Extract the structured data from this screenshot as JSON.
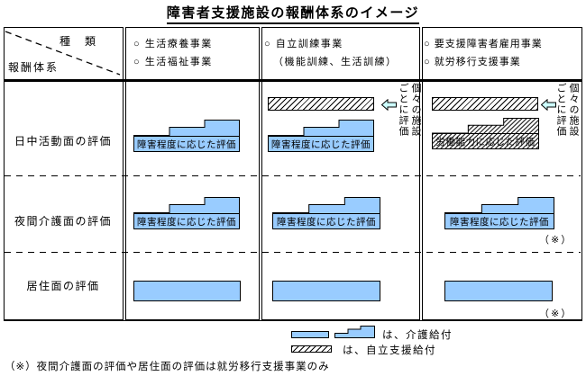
{
  "title": "障害者支援施設の報酬体系のイメージ",
  "matrix": {
    "corner": {
      "top_right": "種　類",
      "bottom_left": "報酬体系"
    },
    "columns": [
      {
        "lines": [
          "○ 生活療養事業",
          "○ 生活福祉事業"
        ]
      },
      {
        "lines": [
          "○ 自立訓練事業",
          "（機能訓練、生活訓練）"
        ]
      },
      {
        "lines": [
          "○ 要支援障害者雇用事業",
          "○ 就労移行支援事業"
        ]
      }
    ],
    "rows": [
      "日中活動面の評価",
      "夜間介護面の評価",
      "居住面の評価"
    ]
  },
  "labels": {
    "grade": "障害程度に応じた評価",
    "work": "労働能力に応じた評価",
    "per_facility": "個々の施設ごとに評価",
    "kome": "（※）"
  },
  "legend": {
    "care": "は、介護給付",
    "support": "は、自立支援給付"
  },
  "footnote": "（※）夜間介護面の評価や居住面の評価は就労移行支援事業のみ",
  "colors": {
    "blue": "#99ccff",
    "arrow_fill": "#ccffff"
  }
}
